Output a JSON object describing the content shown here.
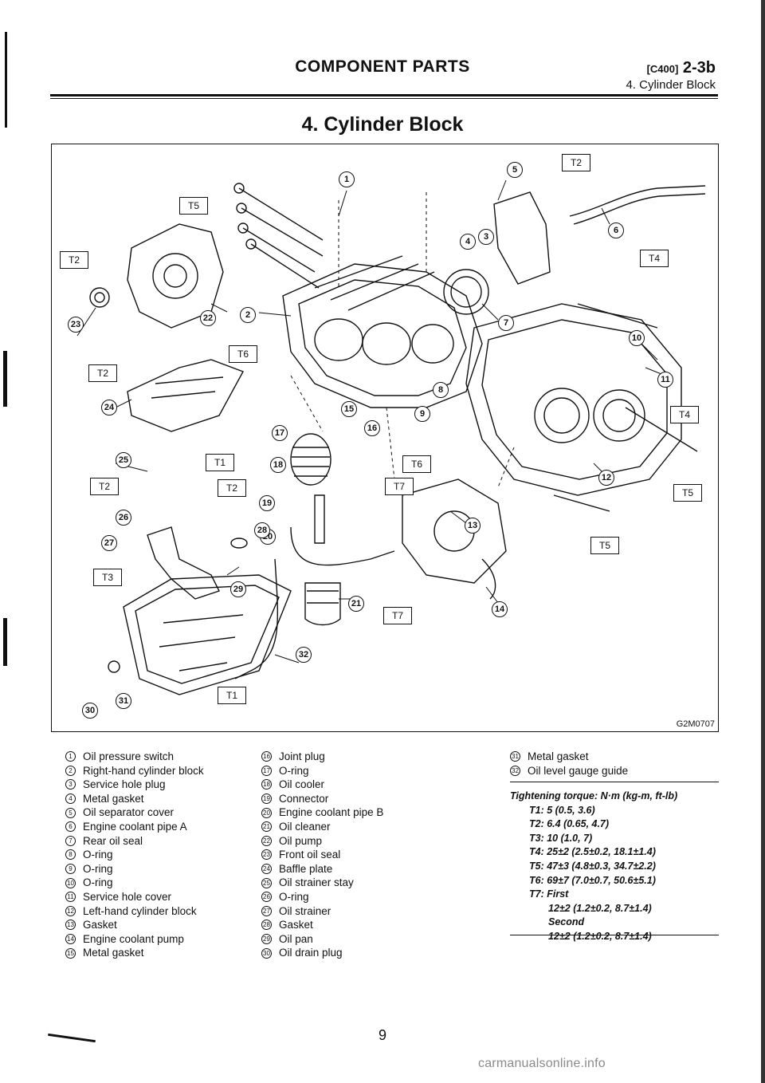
{
  "header": {
    "title": "COMPONENT PARTS",
    "code": "[C400]",
    "page_code": "2-3b",
    "subtitle": "4. Cylinder Block"
  },
  "section_title": "4. Cylinder Block",
  "figure": {
    "code": "G2M0707",
    "torque_boxes": [
      "T5",
      "T2",
      "T2",
      "T6",
      "T1",
      "T2",
      "T2",
      "T3",
      "T1",
      "T6",
      "T7",
      "T7",
      "T2",
      "T4",
      "T4",
      "T5",
      "T5"
    ]
  },
  "legend": {
    "col1": [
      {
        "n": "1",
        "text": "Oil pressure switch"
      },
      {
        "n": "2",
        "text": "Right-hand cylinder block"
      },
      {
        "n": "3",
        "text": "Service hole plug"
      },
      {
        "n": "4",
        "text": "Metal gasket"
      },
      {
        "n": "5",
        "text": "Oil separator cover"
      },
      {
        "n": "6",
        "text": "Engine coolant pipe A"
      },
      {
        "n": "7",
        "text": "Rear oil seal"
      },
      {
        "n": "8",
        "text": "O-ring"
      },
      {
        "n": "9",
        "text": "O-ring"
      },
      {
        "n": "10",
        "text": "O-ring"
      },
      {
        "n": "11",
        "text": "Service hole cover"
      },
      {
        "n": "12",
        "text": "Left-hand cylinder block"
      },
      {
        "n": "13",
        "text": "Gasket"
      },
      {
        "n": "14",
        "text": "Engine coolant pump"
      },
      {
        "n": "15",
        "text": "Metal gasket"
      }
    ],
    "col2": [
      {
        "n": "16",
        "text": "Joint plug"
      },
      {
        "n": "17",
        "text": "O-ring"
      },
      {
        "n": "18",
        "text": "Oil cooler"
      },
      {
        "n": "19",
        "text": "Connector"
      },
      {
        "n": "20",
        "text": "Engine coolant pipe B"
      },
      {
        "n": "21",
        "text": "Oil cleaner"
      },
      {
        "n": "22",
        "text": "Oil pump"
      },
      {
        "n": "23",
        "text": "Front oil seal"
      },
      {
        "n": "24",
        "text": "Baffle plate"
      },
      {
        "n": "25",
        "text": "Oil strainer stay"
      },
      {
        "n": "26",
        "text": "O-ring"
      },
      {
        "n": "27",
        "text": "Oil strainer"
      },
      {
        "n": "28",
        "text": "Gasket"
      },
      {
        "n": "29",
        "text": "Oil pan"
      },
      {
        "n": "30",
        "text": "Oil drain plug"
      }
    ],
    "col3": [
      {
        "n": "31",
        "text": "Metal gasket"
      },
      {
        "n": "32",
        "text": "Oil level gauge guide"
      }
    ]
  },
  "torque": {
    "heading": "Tightening torque: N·m (kg-m, ft-lb)",
    "rows": [
      "T1: 5 (0.5, 3.6)",
      "T2: 6.4 (0.65, 4.7)",
      "T3: 10 (1.0, 7)",
      "T4: 25±2 (2.5±0.2, 18.1±1.4)",
      "T5: 47±3 (4.8±0.3, 34.7±2.2)",
      "T6: 69±7 (7.0±0.7, 50.6±5.1)",
      "T7: First"
    ],
    "t7_first": "12±2 (1.2±0.2, 8.7±1.4)",
    "t7_second_label": "Second",
    "t7_second": "12±2 (1.2±0.2, 8.7±1.4)"
  },
  "page_number": "9",
  "watermark": "carmanualsonline.info"
}
